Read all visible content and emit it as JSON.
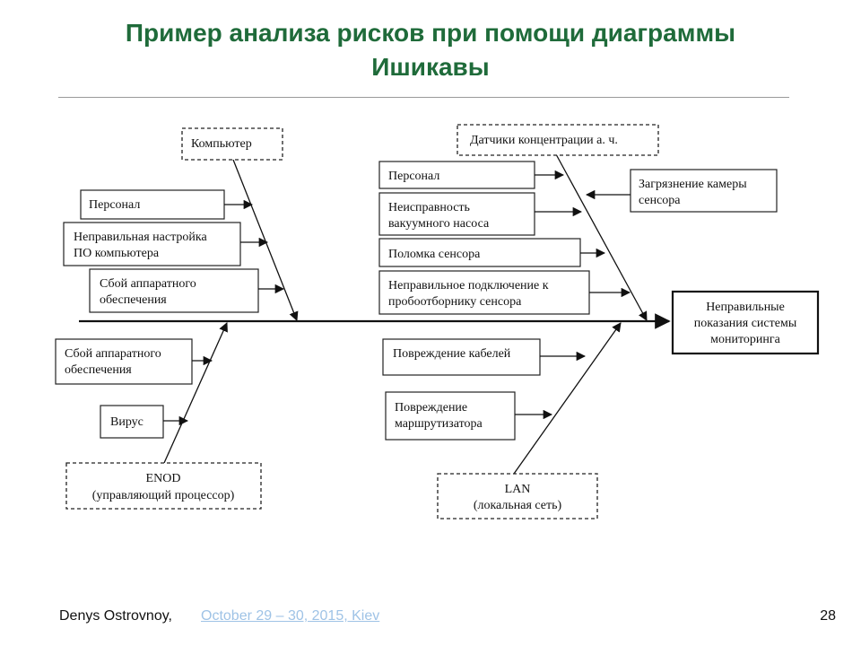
{
  "title": {
    "line1": "Пример анализа рисков при помощи диаграммы",
    "line2": "Ишикавы"
  },
  "effect": {
    "lines": [
      "Неправильные",
      "показания системы",
      "мониторинга"
    ]
  },
  "categories": {
    "computer": "Компьютер",
    "sensors": "Датчики концентрации а. ч.",
    "enod": [
      "ENOD",
      "(управляющий процессор)"
    ],
    "lan": [
      "LAN",
      "(локальная сеть)"
    ]
  },
  "causes": {
    "computer_personnel": [
      "Персонал"
    ],
    "computer_software": [
      "Неправильная настройка",
      "ПО компьютера"
    ],
    "computer_hardware": [
      "Сбой аппаратного",
      "обеспечения"
    ],
    "sensors_personnel": [
      "Персонал"
    ],
    "sensors_pump": [
      "Неисправность",
      "вакуумного насоса"
    ],
    "sensors_breakage": [
      "Поломка сенсора"
    ],
    "sensors_connection": [
      "Неправильное подключение к",
      "пробоотборнику сенсора"
    ],
    "sensors_contamination": [
      "Загрязнение камеры",
      "сенсора"
    ],
    "enod_hardware": [
      "Сбой аппаратного",
      "обеспечения"
    ],
    "enod_virus": [
      "Вирус"
    ],
    "lan_cables": [
      "Повреждение кабелей"
    ],
    "lan_router": [
      "Повреждение",
      "маршрутизатора"
    ]
  },
  "footer": {
    "author": "Denys Ostrovnoy,",
    "date": "October 29 – 30, 2015, Kiev",
    "page": "28"
  },
  "colors": {
    "title": "#1f6b3a",
    "footer_link": "#9fc3e6"
  }
}
